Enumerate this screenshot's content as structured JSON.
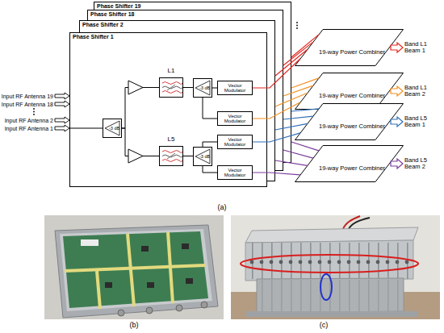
{
  "diagram": {
    "nodes": [
      {
        "text": [
          "Phase Shifter 19"
        ]
      },
      {
        "text": [
          "Phase Shifter 18"
        ]
      },
      {
        "text": [
          "Phase Shifter 2"
        ]
      },
      {
        "text": [
          "Phase Shifter 1"
        ]
      },
      {
        "text": [
          "-3 dB"
        ],
        "in": 3
      },
      {
        "text": [
          "L1"
        ],
        "in": 3
      },
      {
        "text": [
          "L5"
        ],
        "in": 3
      },
      {
        "text": [
          "-3 dB"
        ],
        "in": 3
      },
      {
        "text": [
          "-3 dB"
        ],
        "in": 3
      },
      {
        "text": [
          "Vector Modulator"
        ],
        "in": 3
      },
      {
        "text": [
          "Vector Modulator"
        ],
        "in": 3
      },
      {
        "text": [
          "Vector Modulator"
        ],
        "in": 3
      },
      {
        "text": [
          "Vector Modulator"
        ],
        "in": 3
      },
      {
        "text": [
          "19-way Power Combiner"
        ]
      },
      {
        "text": [
          "19-way Power Combiner"
        ]
      },
      {
        "text": [
          "19-way Power Combiner"
        ]
      },
      {
        "text": [
          "19-way Power Combiner"
        ]
      }
    ],
    "edges": [
      {
        "from": 4,
        "to": 5,
        "arrow": "none"
      },
      {
        "from": 4,
        "to": 6,
        "arrow": "none"
      },
      {
        "from": 5,
        "to": 7,
        "arrow": "none"
      },
      {
        "from": 6,
        "to": 8,
        "arrow": "none"
      },
      {
        "from": 7,
        "to": 9,
        "arrow": "none"
      },
      {
        "from": 7,
        "to": 10,
        "arrow": "none"
      },
      {
        "from": 8,
        "to": 11,
        "arrow": "none"
      },
      {
        "from": 8,
        "to": 12,
        "arrow": "none"
      },
      {
        "from": 9,
        "to": 13,
        "arrow": "none"
      },
      {
        "from": 10,
        "to": 14,
        "arrow": "none"
      },
      {
        "from": 11,
        "to": 15,
        "arrow": "none"
      },
      {
        "from": 12,
        "to": 16,
        "arrow": "none"
      },
      {
        "from": 0,
        "to": 13,
        "arrow": "none"
      },
      {
        "from": 0,
        "to": 14,
        "arrow": "none"
      },
      {
        "from": 0,
        "to": 15,
        "arrow": "none"
      },
      {
        "from": 0,
        "to": 16,
        "arrow": "none"
      },
      {
        "from": 1,
        "to": 13,
        "arrow": "none"
      },
      {
        "from": 1,
        "to": 14,
        "arrow": "none"
      },
      {
        "from": 1,
        "to": 15,
        "arrow": "none"
      },
      {
        "from": 1,
        "to": 16,
        "arrow": "none"
      },
      {
        "from": 2,
        "to": 13,
        "arrow": "none"
      },
      {
        "from": 2,
        "to": 14,
        "arrow": "none"
      },
      {
        "from": 2,
        "to": 15,
        "arrow": "none"
      },
      {
        "from": 2,
        "to": 16,
        "arrow": "none"
      }
    ],
    "labels": [
      "Input RF Antenna 19",
      "Input RF Antenna 18",
      "Input RF Antenna 2",
      "Input RF Antenna 1",
      "Band L1 Beam 1",
      "Band L1 Beam 2",
      "Band L5 Beam 1",
      "Band L5 Beam 2",
      "(a)",
      "(b)",
      "(c)"
    ]
  }
}
